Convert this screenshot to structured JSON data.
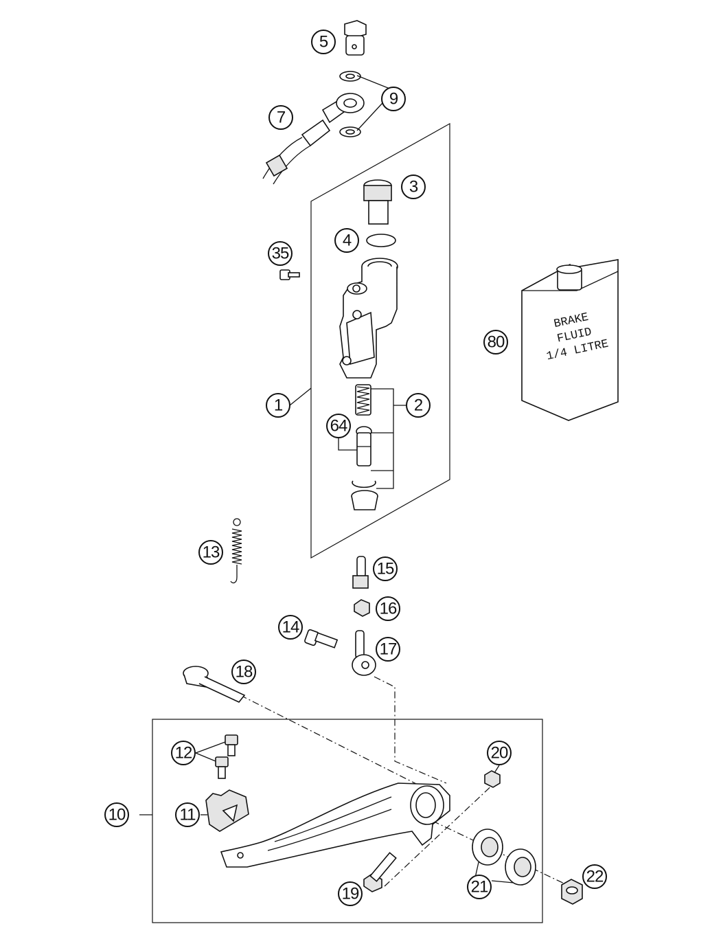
{
  "diagram": {
    "callouts": {
      "c1": "1",
      "c2": "2",
      "c3": "3",
      "c4": "4",
      "c5": "5",
      "c7": "7",
      "c9": "9",
      "c10": "10",
      "c11": "11",
      "c12": "12",
      "c13": "13",
      "c14": "14",
      "c15": "15",
      "c16": "16",
      "c17": "17",
      "c18": "18",
      "c19": "19",
      "c20": "20",
      "c21": "21",
      "c22": "22",
      "c35": "35",
      "c64": "64",
      "c80": "80"
    },
    "fluid_can": {
      "line1": "BRAKE",
      "line2": "FLUID",
      "line3": "1/4 LITRE"
    }
  }
}
